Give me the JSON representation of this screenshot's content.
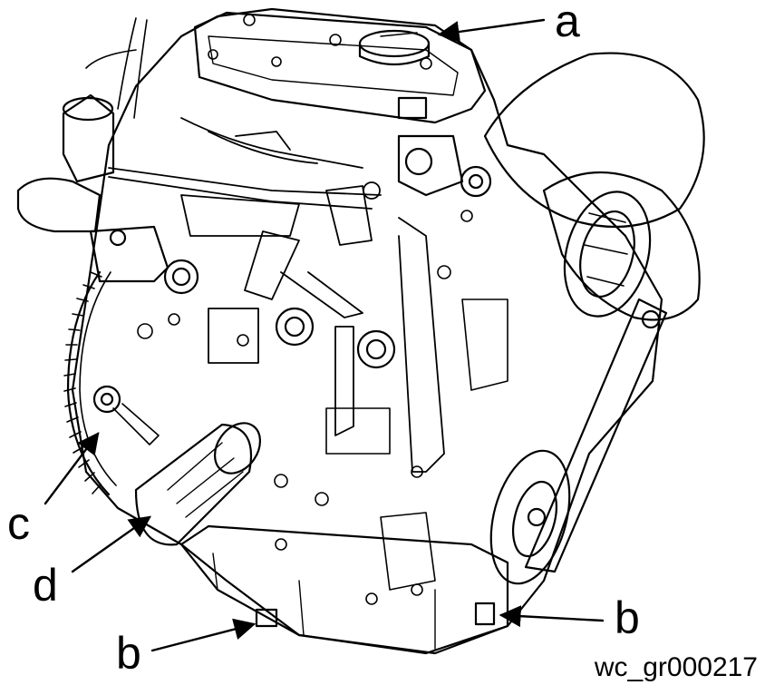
{
  "figure": {
    "caption": "wc_gr000217",
    "callouts": {
      "a": "a",
      "b_bottom": "b",
      "b_right": "b",
      "c": "c",
      "d": "d"
    },
    "line_color": "#000000",
    "background": "#ffffff"
  }
}
